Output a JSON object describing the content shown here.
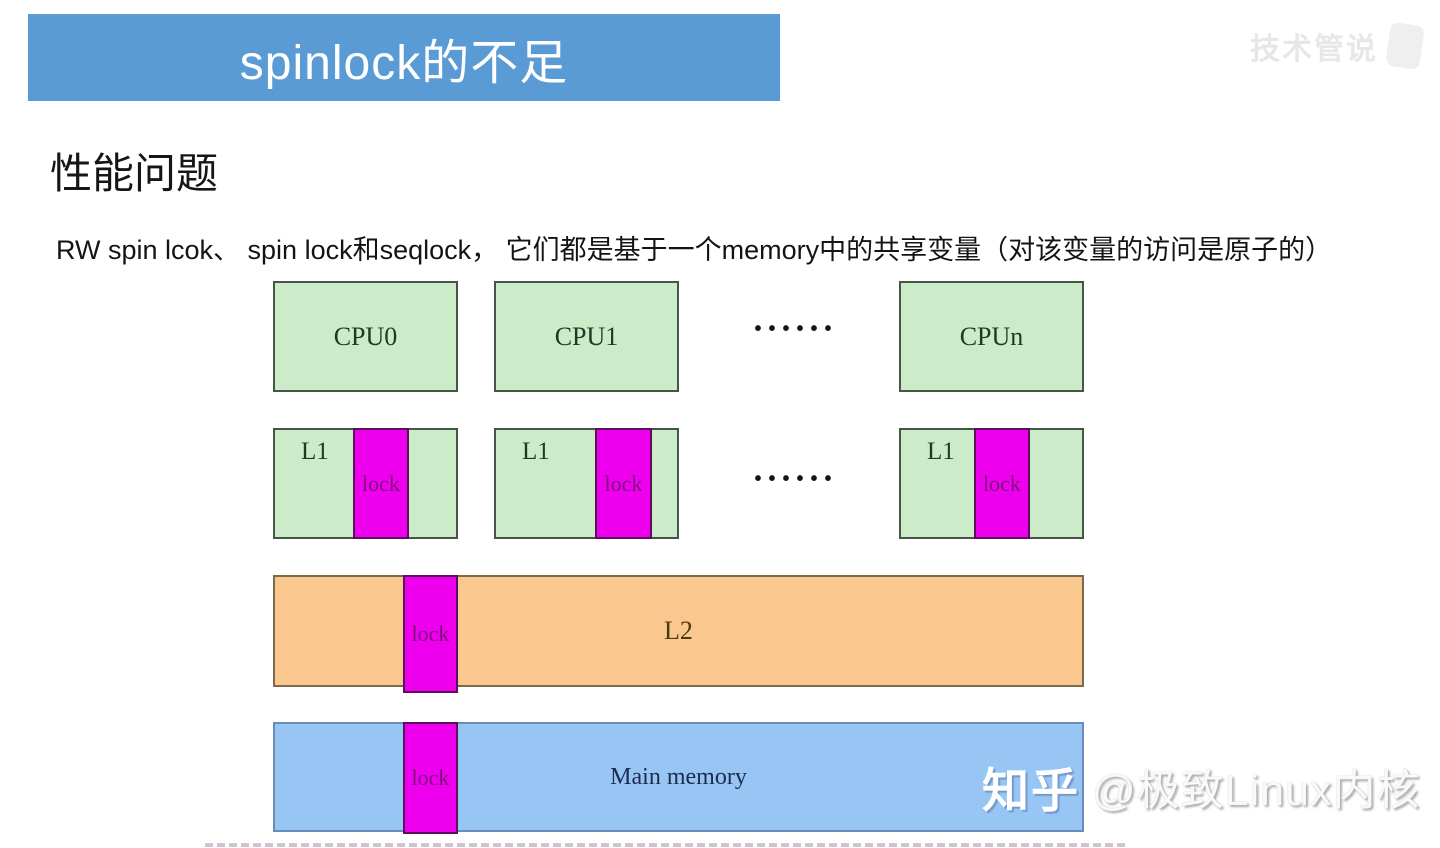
{
  "slide": {
    "title": "spinlock的不足",
    "section_heading": "性能问题",
    "body_text": "RW spin lcok、 spin lock和seqlock， 它们都是基于一个memory中的共享变量（对该变量的访问是原子的）"
  },
  "diagram": {
    "cpus": [
      {
        "label": "CPU0"
      },
      {
        "label": "CPU1"
      },
      {
        "label": "CPUn"
      }
    ],
    "ellipsis": "••••••",
    "l1_label": "L1",
    "lock_label": "lock",
    "l2_label": "L2",
    "memory_label": "Main memory"
  },
  "watermarks": {
    "zhihu_badge": "知乎",
    "zhihu_handle": "@极致Linux内核",
    "corner_channel": "技术管说"
  },
  "colors": {
    "title_bar_blue": "#5B9BD5",
    "cache_green": "#CBEBC9",
    "lock_magenta": "#EE00EE",
    "l2_orange": "#FAC88E",
    "memory_blue": "#97C6F4"
  }
}
